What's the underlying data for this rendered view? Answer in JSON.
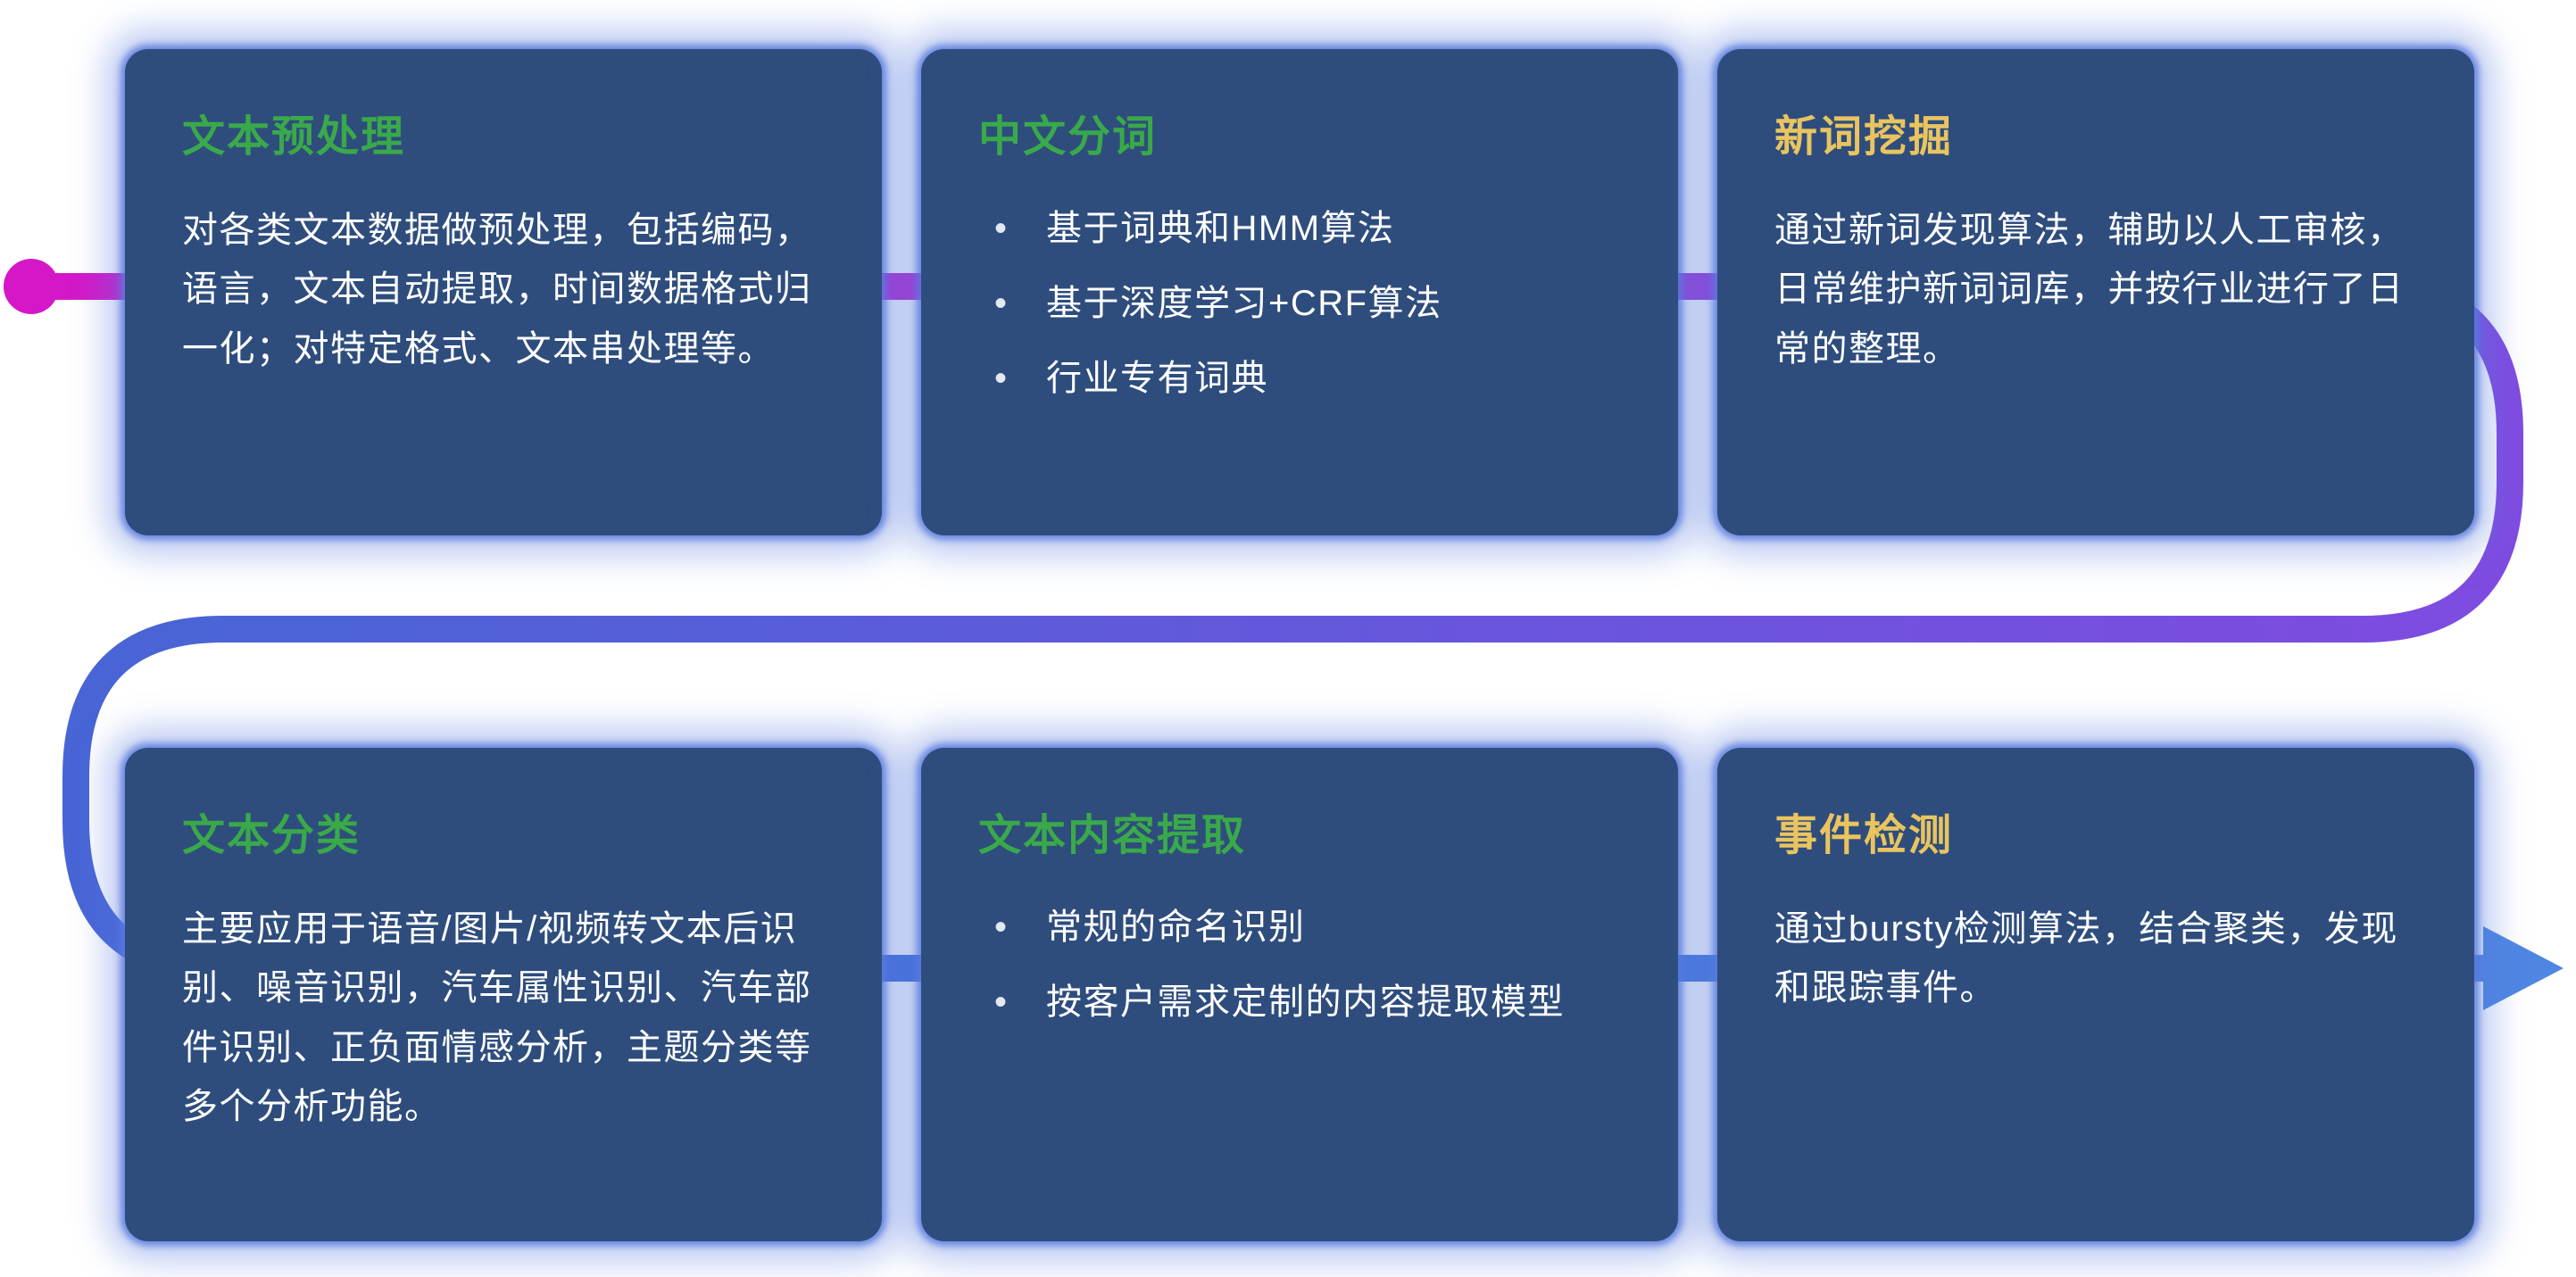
{
  "bullet_char": "•",
  "colors": {
    "card_bg": "#2e4d7d",
    "card_glow": "#587ade",
    "title_green": "#3aa94a",
    "title_yellow": "#e9c45f",
    "body_text": "#ffffff",
    "flow_p1": "#d517c8",
    "flow_p2": "#a833d4",
    "flow_p3": "#7f4be0",
    "flow_p4": "#4865d6",
    "flow_p5": "#4273da",
    "flow_p6": "#4f86e2"
  },
  "flow": {
    "start_marker": "dot",
    "end_marker": "arrow"
  },
  "cards": [
    {
      "title": "文本预处理",
      "title_color": "green",
      "type": "paragraph",
      "body": "对各类文本数据做预处理，包括编码，语言，文本自动提取，时间数据格式归一化；对特定格式、文本串处理等。"
    },
    {
      "title": "中文分词",
      "title_color": "green",
      "type": "bullets",
      "bullets": [
        "基于词典和HMM算法",
        "基于深度学习+CRF算法",
        "行业专有词典"
      ]
    },
    {
      "title": "新词挖掘",
      "title_color": "yellow",
      "type": "paragraph",
      "body": "通过新词发现算法，辅助以人工审核，日常维护新词词库，并按行业进行了日常的整理。"
    },
    {
      "title": "文本分类",
      "title_color": "green",
      "type": "paragraph",
      "body": "主要应用于语音/图片/视频转文本后识别、噪音识别，汽车属性识别、汽车部件识别、正负面情感分析，主题分类等多个分析功能。"
    },
    {
      "title": "文本内容提取",
      "title_color": "green",
      "type": "bullets",
      "bullets": [
        "常规的命名识别",
        "按客户需求定制的内容提取模型"
      ]
    },
    {
      "title": "事件检测",
      "title_color": "yellow",
      "type": "paragraph",
      "body": "通过bursty检测算法，结合聚类，发现和跟踪事件。"
    }
  ]
}
